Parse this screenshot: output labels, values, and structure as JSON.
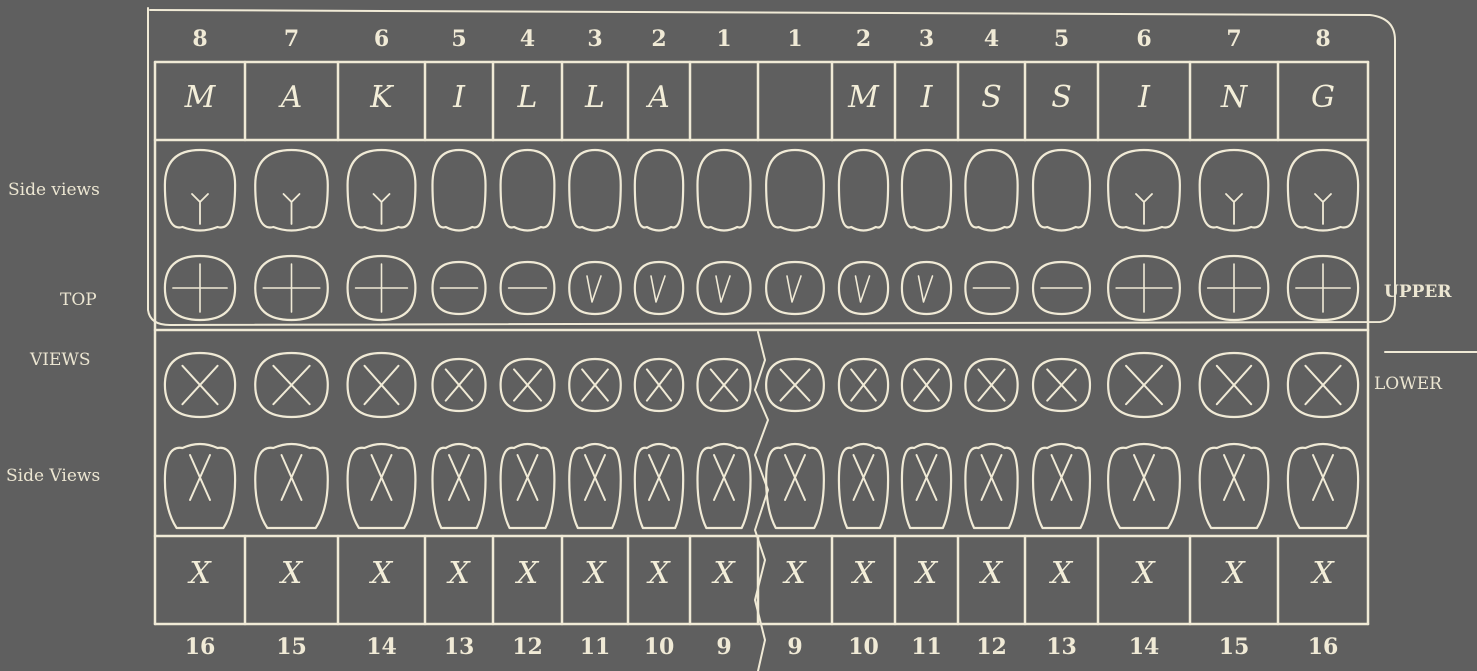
{
  "upper_numbers": [
    "8",
    "7",
    "6",
    "5",
    "4",
    "3",
    "2",
    "1",
    "1",
    "2",
    "3",
    "4",
    "5",
    "6",
    "7",
    "8"
  ],
  "lower_numbers": [
    "16",
    "15",
    "14",
    "13",
    "12",
    "11",
    "10",
    "9",
    "9",
    "10",
    "11",
    "12",
    "13",
    "14",
    "15",
    "16"
  ],
  "upper_marks": [
    "M",
    "A",
    "K",
    "I",
    "L",
    "L",
    "A",
    "",
    "",
    "M",
    "I",
    "S",
    "S",
    "I",
    "N",
    "G"
  ],
  "lower_marks": [
    "X",
    "X",
    "X",
    "X",
    "X",
    "X",
    "X",
    "X",
    "X",
    "X",
    "X",
    "X",
    "X",
    "X",
    "X",
    "X"
  ],
  "labels": {
    "side_views_upper": "Side views",
    "top_views_1": "TOP",
    "top_views_2": "VIEWS",
    "side_views_lower": "Side Views",
    "upper": "UPPER",
    "lower": "LOWER"
  },
  "colors": {
    "background": "#5f5f5f",
    "chalk": "#f0ead6"
  }
}
